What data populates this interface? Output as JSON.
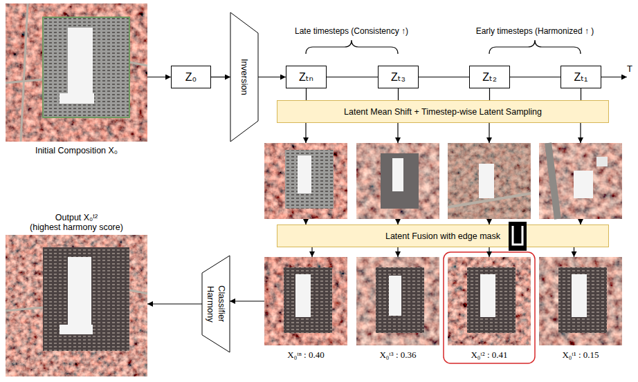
{
  "diagram": {
    "nodes": [
      {
        "text": [
          "Initial Composition X₀"
        ]
      },
      {
        "text": [
          "Z₀"
        ]
      },
      {
        "text": [
          "Inversion"
        ]
      },
      {
        "text": [
          "Zₜₙ"
        ]
      },
      {
        "text": [
          "Zₜ₃"
        ]
      },
      {
        "text": [
          "Zₜ₂"
        ]
      },
      {
        "text": [
          "Zₜ₁"
        ]
      },
      {
        "text": [
          "Latent Mean Shift + Timestep-wise Latent Sampling"
        ]
      },
      {
        "text": [
          "Latent Fusion with edge mask"
        ]
      },
      {
        "text": [
          "X₀ᵗⁿ : 0.40"
        ]
      },
      {
        "text": [
          "X₀ᵗ³ : 0.36"
        ]
      },
      {
        "text": [
          "X₀ᵗ² : 0.41"
        ]
      },
      {
        "text": [
          "X₀ᵗ¹ : 0.15"
        ]
      },
      {
        "text": [
          "Harmony Classifier"
        ]
      },
      {
        "text": [
          "Output X₀ᵗ²",
          "(highest harmony score)"
        ]
      }
    ],
    "edges": [
      {
        "from": 0,
        "to": 1,
        "arrow": "to"
      },
      {
        "from": 1,
        "to": 2,
        "arrow": "to"
      },
      {
        "from": 2,
        "to": 3,
        "arrow": "to"
      },
      {
        "from": 3,
        "to": 4,
        "arrow": "none"
      },
      {
        "from": 4,
        "to": 5,
        "arrow": "none"
      },
      {
        "from": 5,
        "to": 6,
        "arrow": "none"
      },
      {
        "from": 3,
        "to": 7,
        "arrow": "none"
      },
      {
        "from": 4,
        "to": 7,
        "arrow": "none"
      },
      {
        "from": 5,
        "to": 7,
        "arrow": "none"
      },
      {
        "from": 6,
        "to": 7,
        "arrow": "none"
      },
      {
        "from": 8,
        "to": 9,
        "arrow": "to"
      },
      {
        "from": 8,
        "to": 10,
        "arrow": "to"
      },
      {
        "from": 8,
        "to": 11,
        "arrow": "to"
      },
      {
        "from": 8,
        "to": 12,
        "arrow": "to"
      },
      {
        "from": 9,
        "to": 13,
        "arrow": "to"
      },
      {
        "from": 13,
        "to": 14,
        "arrow": "to"
      }
    ],
    "labels": [
      "Late timesteps (Consistency ↑)",
      "Early timesteps (Harmonized ↑ )",
      "T"
    ]
  }
}
